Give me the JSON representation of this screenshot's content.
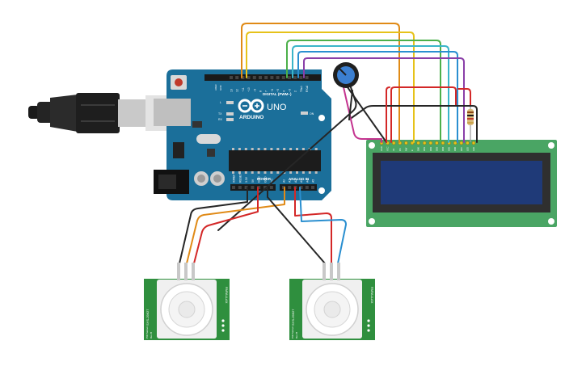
{
  "arduino": {
    "brand": "ARDUINO",
    "model": "UNO",
    "digital_header": "DIGITAL (PWM~)",
    "power_header": "POWER",
    "analog_header": "ANALOG IN",
    "on_label": "ON",
    "led_l": "L",
    "led_tx": "TX",
    "led_rx": "RX",
    "aref_label": "AREF",
    "gnd_label": "GND",
    "digital_pins": [
      "13",
      "12",
      "~11",
      "~10",
      "~9",
      "8",
      "7",
      "~6",
      "~5",
      "4",
      "~3",
      "2",
      "TX▸1",
      "RX◂0"
    ],
    "power_pins": [
      "IOREF",
      "RESET",
      "3.3V",
      "5V",
      "GND",
      "GND",
      "Vin"
    ],
    "analog_pins": [
      "A0",
      "A1",
      "A2",
      "A3",
      "A4",
      "A5"
    ]
  },
  "lcd": {
    "pins": [
      "GND",
      "VCC",
      "V0",
      "RS",
      "RW",
      "E",
      "DB0",
      "DB1",
      "DB2",
      "DB3",
      "DB4",
      "DB5",
      "DB6",
      "DB7",
      "LED",
      "LED"
    ]
  },
  "sensors": [
    {
      "model": "SYS-29627",
      "brand": "PARALLAX",
      "footer": "PIR Sensor",
      "rev": "Rev B"
    },
    {
      "model": "SYS-29627",
      "brand": "PARALLAX",
      "footer": "PIR Sensor",
      "rev": "Rev B"
    }
  ],
  "colors": {
    "board_blue": "#1b6f9a",
    "lcd_green": "#4aa564",
    "lcd_screen": "#1f3a78",
    "pir_green": "#2f8f3e",
    "wire_orange": "#e08a16",
    "wire_yellow": "#e6c21a",
    "wire_green": "#4cb04a",
    "wire_cyan": "#3ab5c9",
    "wire_blue": "#2a8fd0",
    "wire_purple": "#8a3fa8",
    "wire_red": "#d32727",
    "wire_black": "#262626",
    "wire_magenta": "#c4338f"
  }
}
